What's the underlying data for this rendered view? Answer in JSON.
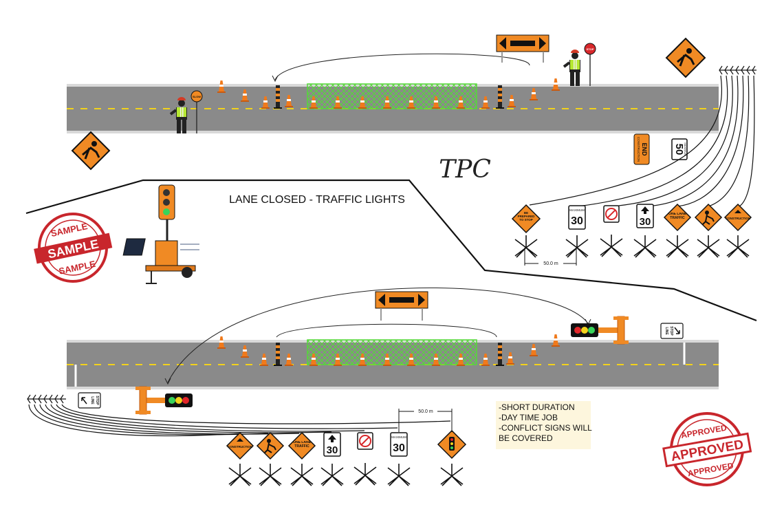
{
  "title": "LANE CLOSED - TRAFFIC LIGHTS",
  "logo_text": "TPC",
  "top_scene": {
    "end_sign": {
      "line1": "END",
      "line2": "CONSTRUCTION"
    },
    "speed_sign": {
      "label": "MAXIMUM",
      "value": "50"
    },
    "paddle_slow": "SLOW",
    "paddle_stop": "STOP",
    "sign_spacing": "50.0 m",
    "signs": [
      {
        "kind": "diamond",
        "text": "BE PREPARED TO STOP"
      },
      {
        "kind": "speed",
        "label": "MAXIMUM",
        "value": "30"
      },
      {
        "kind": "no-pass"
      },
      {
        "kind": "speed-arrow",
        "value": "30"
      },
      {
        "kind": "diamond",
        "text": "ONE LANE TRAFFIC"
      },
      {
        "kind": "diamond-worker"
      },
      {
        "kind": "diamond",
        "text": "CONSTRUCTION"
      }
    ]
  },
  "bottom_scene": {
    "stop_line_sign": {
      "line1": "STOP",
      "line2": "LINE"
    },
    "sign_spacing": "50.0 m",
    "signs": [
      {
        "kind": "diamond",
        "text": "CONSTRUCTION"
      },
      {
        "kind": "diamond-worker"
      },
      {
        "kind": "diamond",
        "text": "ONE LANE TRAFFIC"
      },
      {
        "kind": "speed-arrow",
        "value": "30"
      },
      {
        "kind": "no-pass"
      },
      {
        "kind": "speed",
        "label": "MAXIMUM",
        "value": "30"
      },
      {
        "kind": "diamond-light"
      }
    ],
    "notes": [
      "-SHORT DURATION",
      "-DAY TIME JOB",
      "-CONFLICT SIGNS WILL",
      "BE COVERED"
    ]
  },
  "stamp_sample": {
    "top": "SAMPLE",
    "center": "SAMPLE",
    "bottom": "SAMPLE"
  },
  "stamp_approved": {
    "top": "APPROVED",
    "center": "APPROVED",
    "bottom": "APPROVED"
  },
  "colors": {
    "road": "#8a8a8a",
    "lane_line": "#f2d21b",
    "sign_orange": "#f08a24",
    "fence_green": "#56d83a",
    "stamp_red": "#c8262c",
    "note_bg": "#fdf6dd"
  }
}
